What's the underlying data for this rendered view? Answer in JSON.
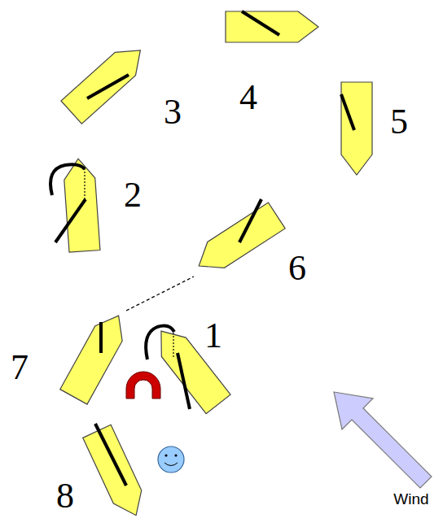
{
  "diagram": {
    "labels": [
      "4",
      "3",
      "5",
      "2",
      "6",
      "1",
      "7",
      "Wind",
      "8"
    ]
  }
}
